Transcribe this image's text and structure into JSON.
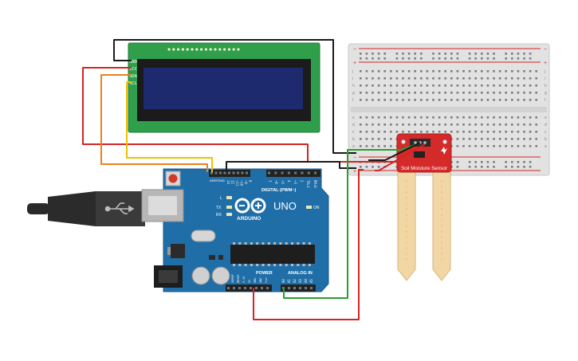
{
  "lcd": {
    "pins": [
      "GND",
      "VCC",
      "SDA",
      "SCL"
    ]
  },
  "arduino": {
    "logo": "UNO",
    "brand": "ARDUINO",
    "digital_label": "DIGITAL (PWM~)",
    "power_label": "POWER",
    "analog_label": "ANALOG IN",
    "on_label": "ON",
    "aref_label": "AREF",
    "gnd_label": "GND",
    "tx_label": "TX",
    "rx_label": "RX",
    "l_label": "L",
    "digital_pins": [
      "13",
      "12",
      "~11",
      "~10",
      "~9",
      "8",
      "7",
      "~6",
      "~5",
      "4",
      "~3",
      "2",
      "TX▸1",
      "RX◂0"
    ],
    "power_pins": [
      "IOREF",
      "RESET",
      "3.3V",
      "5V",
      "GND",
      "GND",
      "Vin"
    ],
    "analog_pins": [
      "A0",
      "A1",
      "A2",
      "A3",
      "A4",
      "A5"
    ]
  },
  "sensor": {
    "label": "Soil Moisture Sensor"
  },
  "breadboard": {
    "row_letters_top": [
      "j",
      "i",
      "h",
      "g",
      "f"
    ],
    "row_letters_bottom": [
      "e",
      "d",
      "c",
      "b",
      "a"
    ],
    "plus": "+",
    "minus": "−"
  },
  "colors": {
    "wire_black": "#1a1a1a",
    "wire_red": "#d42323",
    "wire_orange": "#e8821e",
    "wire_yellow": "#f2c100",
    "wire_green": "#27a02f",
    "arduino_blue": "#1f6ea8",
    "lcd_green": "#2f9f4c",
    "lcd_screen": "#1e2a6e",
    "sensor_red": "#d42a2a"
  }
}
